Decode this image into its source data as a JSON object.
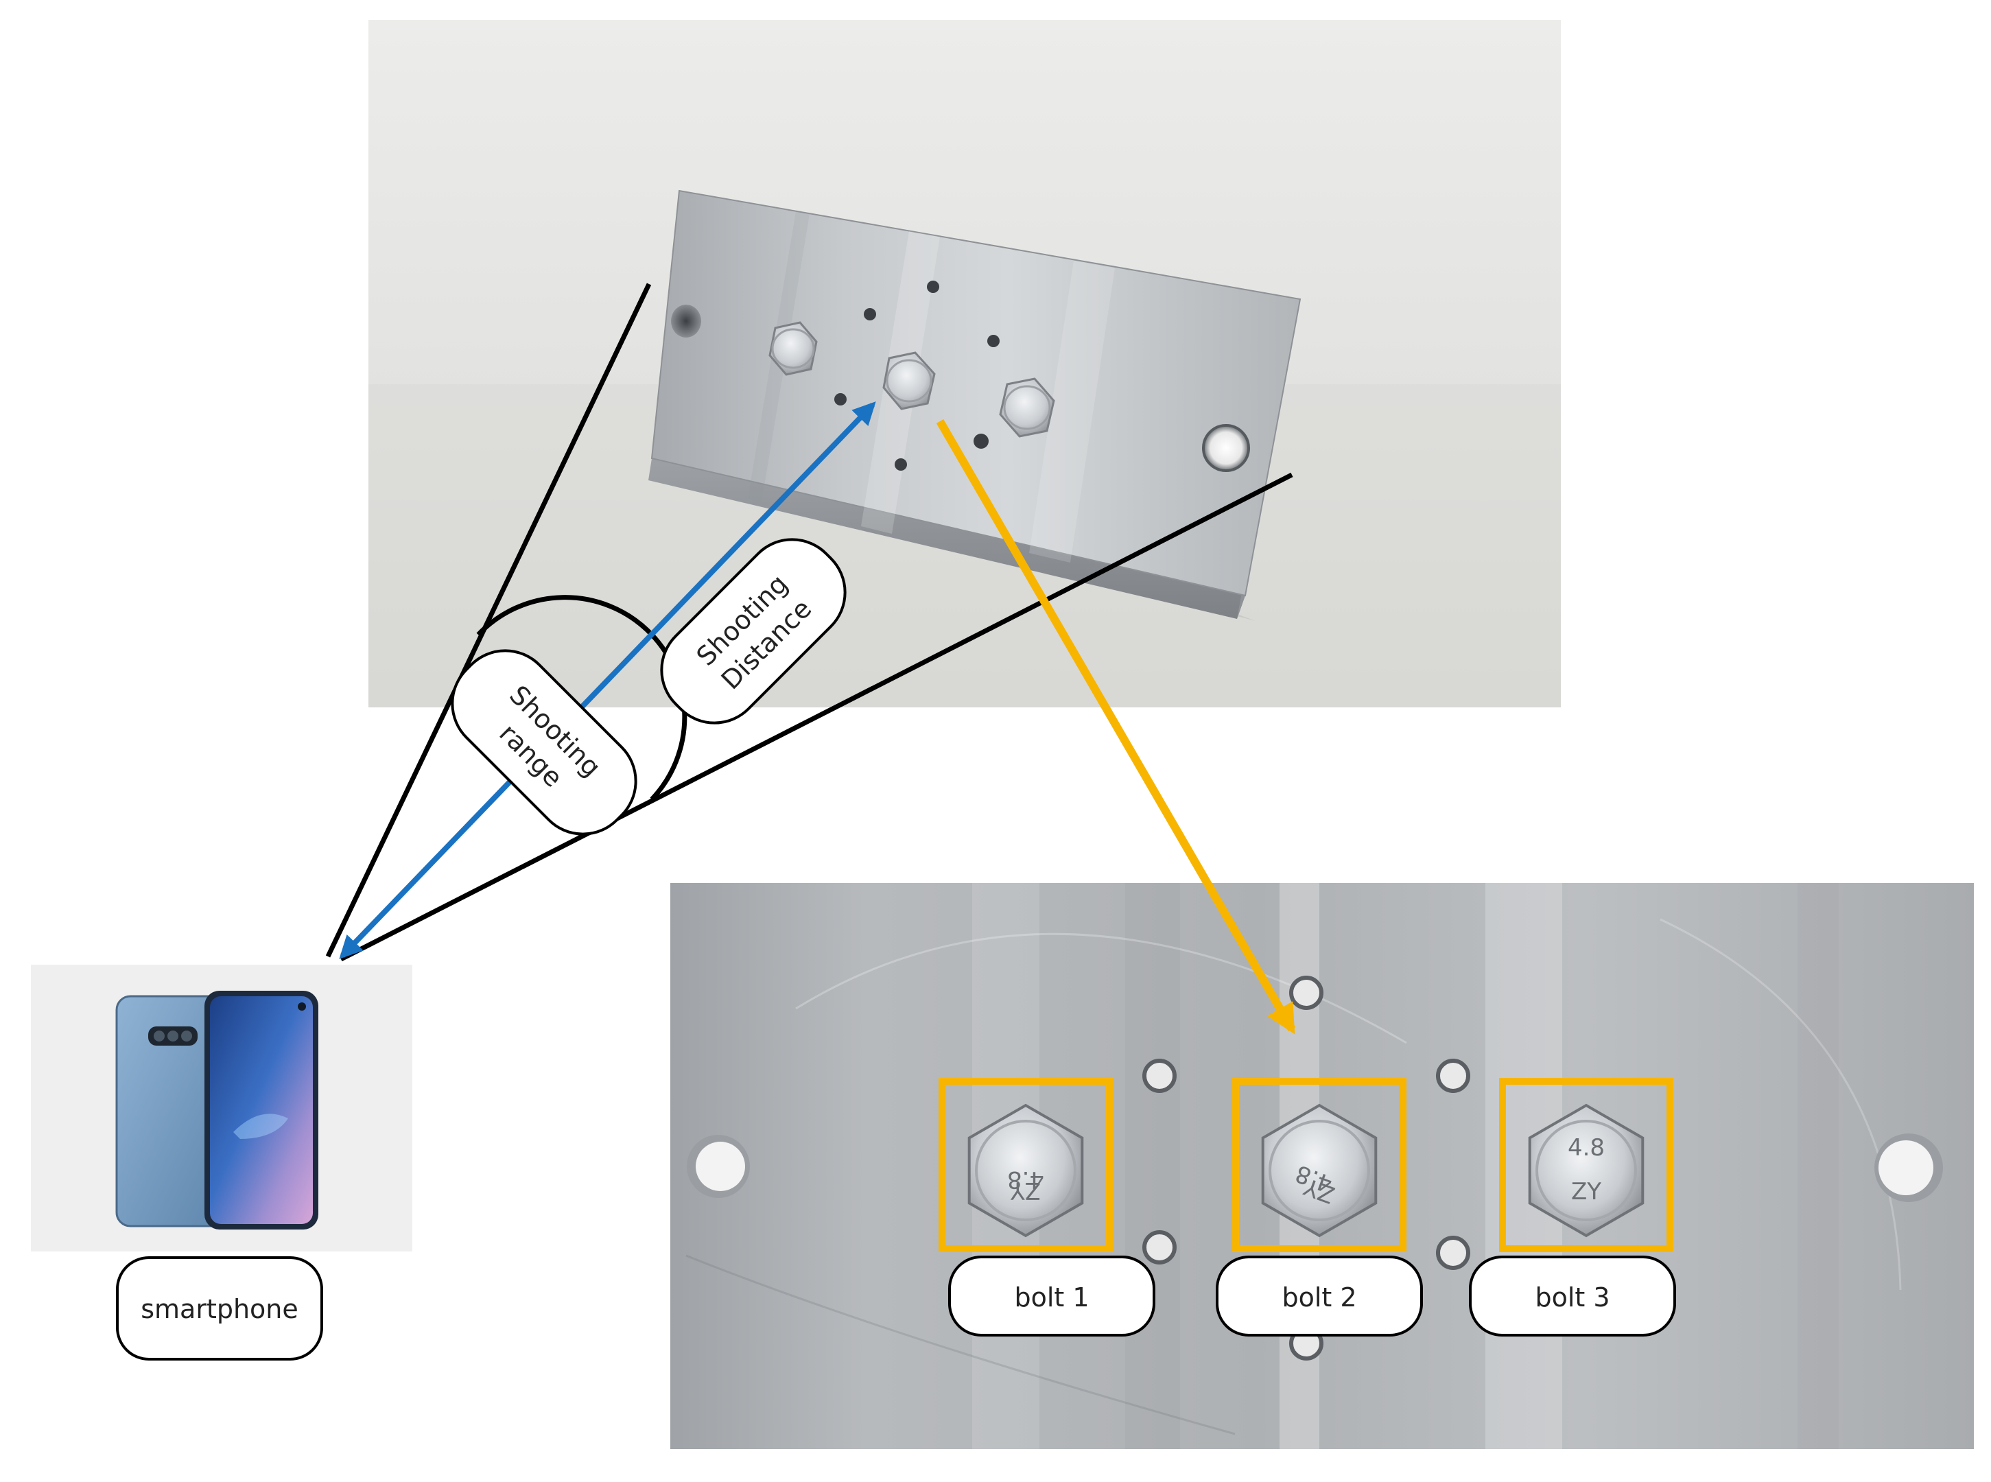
{
  "labels": {
    "smartphone": "smartphone",
    "shooting_range": [
      "Shooting",
      "range"
    ],
    "shooting_distance": [
      "Shooting",
      "Distance"
    ],
    "bolts": [
      "bolt 1",
      "bolt 2",
      "bolt 3"
    ],
    "bolt_marking": "4.8",
    "bolt_marking_alt": "ZY"
  },
  "colors": {
    "distance_arrow": "#1a72c2",
    "detail_arrow": "#f7b500",
    "bolt_box": "#f7b500",
    "range_lines": "#000000",
    "plate_metal": "#b9bdc1",
    "background_photo": "#e7e7e5"
  },
  "icons": {
    "camera": "smartphone-icon",
    "bolt": "hex-bolt-icon",
    "hole": "drill-hole-icon"
  }
}
